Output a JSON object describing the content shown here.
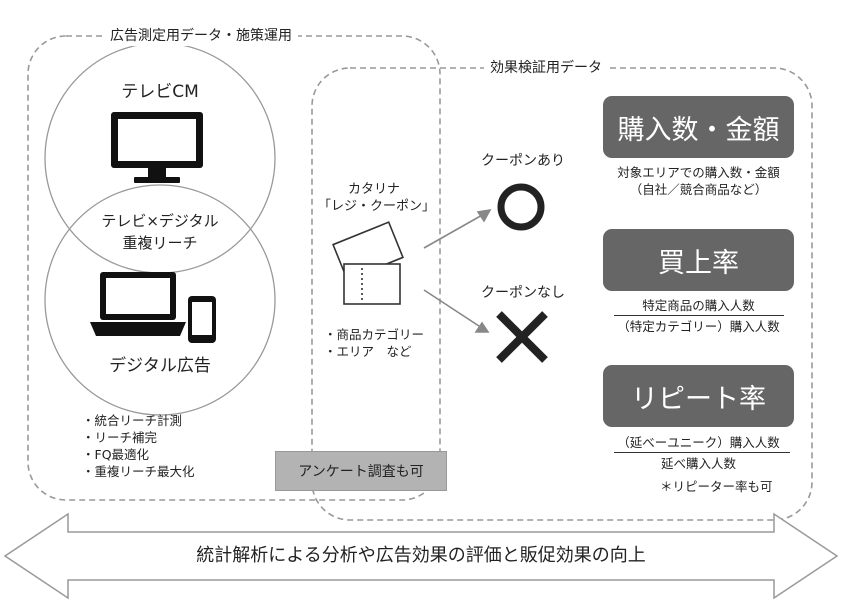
{
  "left_group": {
    "title": "広告測定用データ・施策運用",
    "tv_label": "テレビCM",
    "overlap_line1": "テレビ×デジタル",
    "overlap_line2": "重複リーチ",
    "digital_label": "デジタル広告",
    "bullets": [
      "・統合リーチ計測",
      "・リーチ補完",
      "・FQ最適化",
      "・重複リーチ最大化"
    ]
  },
  "middle": {
    "catalina_line1": "カタリナ",
    "catalina_line2": "「レジ・クーポン」",
    "bullets": [
      "・商品カテゴリー",
      "・エリア　など"
    ],
    "survey_button": "アンケート調査も可"
  },
  "right_group": {
    "title": "効果検証用データ",
    "coupon_yes": "クーポンあり",
    "coupon_no": "クーポンなし",
    "circle_mark": "○",
    "cross_mark": "×"
  },
  "metrics": {
    "purchase": {
      "title": "購入数・金額",
      "desc1": "対象エリアでの購入数・金額",
      "desc2": "（自社／競合商品など）"
    },
    "buy_rate": {
      "title": "買上率",
      "numerator": "特定商品の購入人数",
      "denominator": "（特定カテゴリー）購入人数"
    },
    "repeat_rate": {
      "title": "リピート率",
      "numerator": "（延べーユニーク）購入人数",
      "denominator": "延べ購入人数",
      "note": "＊リピーター率も可"
    }
  },
  "bottom_arrow": {
    "text": "統計解析による分析や広告効果の評価と販促効果の向上"
  },
  "icons": {
    "tv": "monitor-icon",
    "laptop": "laptop-icon",
    "phone": "smartphone-icon",
    "coupon": "coupon-ticket-icon"
  },
  "colors": {
    "metric_box": "#666666",
    "survey_box": "#b3b3b3",
    "dashed_border": "#999999",
    "arrow": "#999999"
  }
}
